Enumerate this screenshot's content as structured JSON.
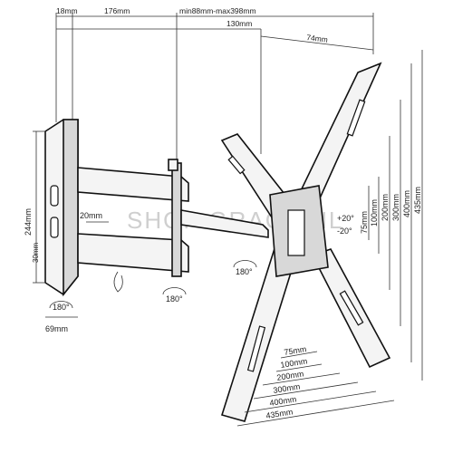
{
  "watermark": "SHOP GRACE.NL",
  "labels": {
    "top_18": "18mm",
    "top_176": "176mm",
    "top_minmax": "min88mm-max398mm",
    "top_130": "130mm",
    "top_74": "74mm",
    "left_244": "244mm",
    "left_30": "30mm",
    "left_20": "20mm",
    "bottom_69": "69mm",
    "rot_left": "180°",
    "rot_arm": "180°",
    "rot_plate": "180°",
    "tilt_up": "+20°",
    "tilt_down": "-20°",
    "v_75": "75mm",
    "v_100": "100mm",
    "v_200": "200mm",
    "v_300": "300mm",
    "v_400": "400mm",
    "v_435": "435mm",
    "h_75": "75mm",
    "h_100": "100mm",
    "h_200": "200mm",
    "h_300": "300mm",
    "h_400": "400mm",
    "h_435": "435mm"
  }
}
